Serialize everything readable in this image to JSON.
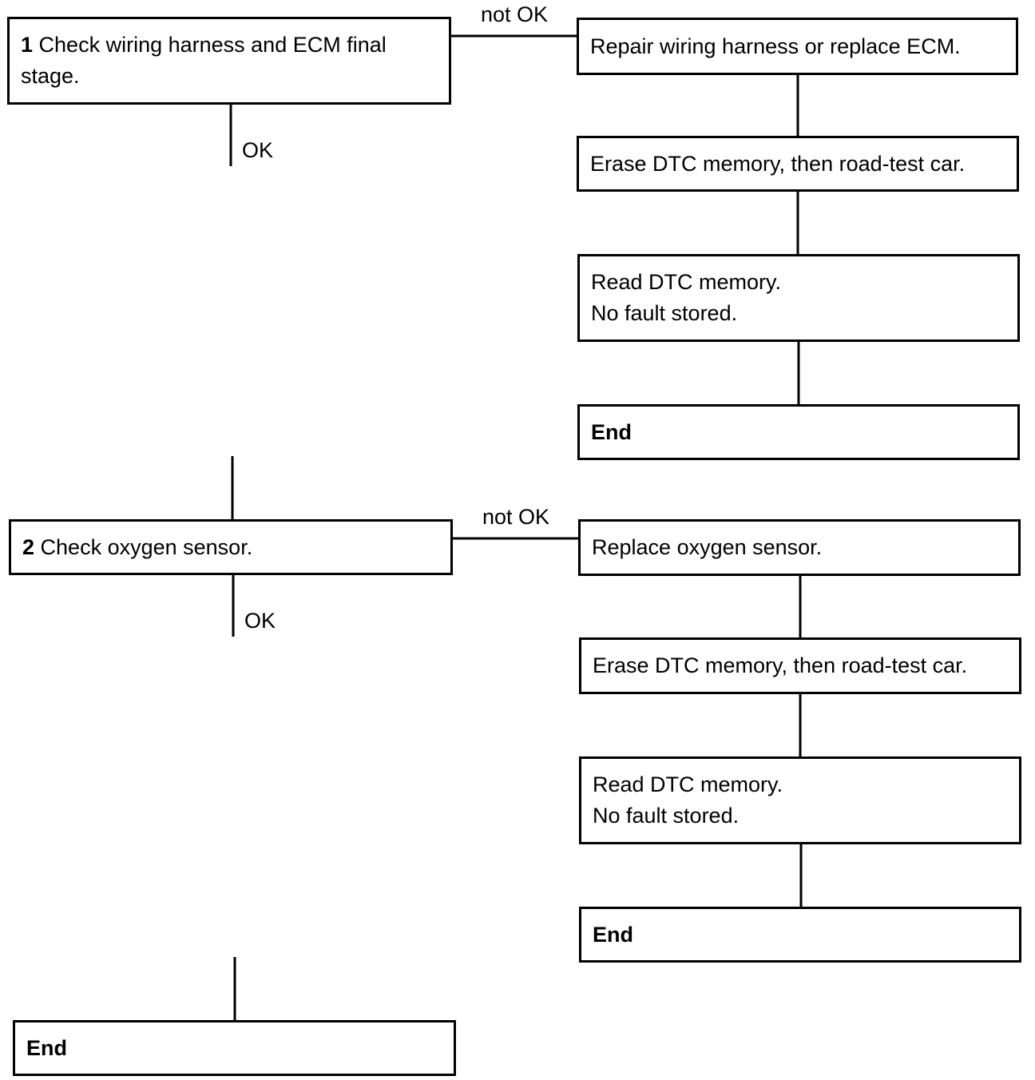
{
  "step1": {
    "number": "1",
    "text": "Check wiring harness and ECM final",
    "text_line2": "stage.",
    "not_ok_label": "not OK",
    "ok_label": "OK",
    "branch": {
      "action": "Repair wiring harness or replace ECM.",
      "erase": "Erase DTC memory, then road-test car.",
      "read_line1": "Read DTC memory.",
      "read_line2": "No fault stored.",
      "end": "End"
    }
  },
  "step2": {
    "number": "2",
    "text": "Check oxygen sensor.",
    "not_ok_label": "not OK",
    "ok_label": "OK",
    "branch": {
      "action": "Replace oxygen sensor.",
      "erase": "Erase DTC memory, then road-test car.",
      "read_line1": "Read DTC memory.",
      "read_line2": "No fault stored.",
      "end": "End"
    }
  },
  "final_end": "End"
}
